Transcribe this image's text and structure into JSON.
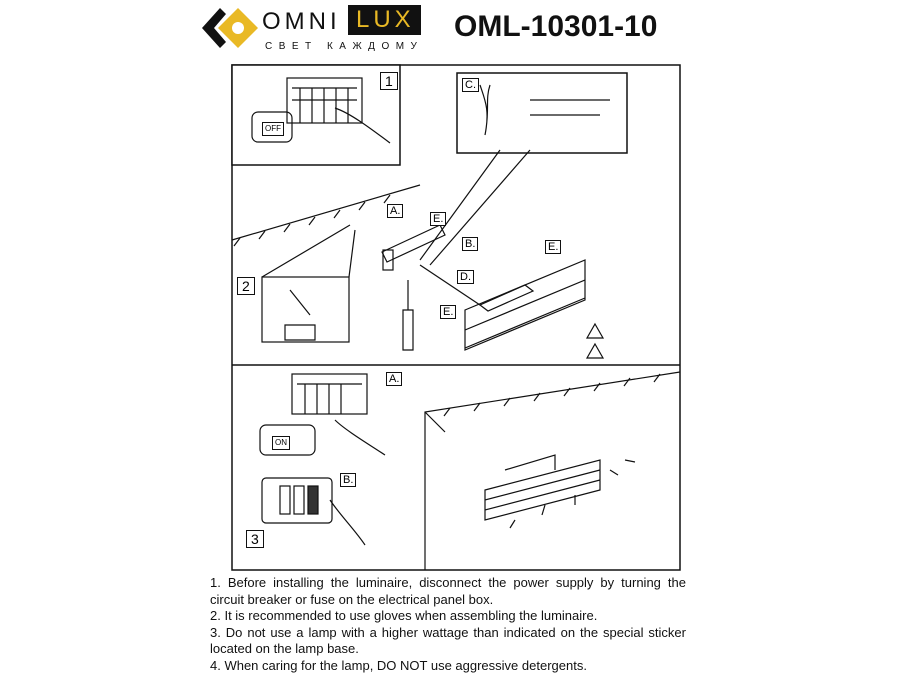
{
  "header": {
    "brand_left": "OMNI",
    "brand_right": "LUX",
    "tagline": "СВЕТ КАЖДОМУ",
    "model": "OML-10301-10"
  },
  "diagram": {
    "steps": [
      "1",
      "2",
      "3"
    ],
    "labels": {
      "a": "A.",
      "b": "B.",
      "c": "C.",
      "d": "D.",
      "e": "E."
    },
    "switch_off": "OFF",
    "switch_on": "ON"
  },
  "notes": [
    "1. Before installing the luminaire, disconnect the power supply by turning the circuit breaker or fuse on the electrical panel box.",
    "2. It is recommended to use gloves when assembling the luminaire.",
    "3. Do not use a lamp with a higher wattage than indicated on the special sticker located on the lamp base.",
    "4. When caring for the lamp, DO NOT use aggressive detergents."
  ],
  "colors": {
    "brand_gold": "#e9b925",
    "ink": "#111111"
  }
}
